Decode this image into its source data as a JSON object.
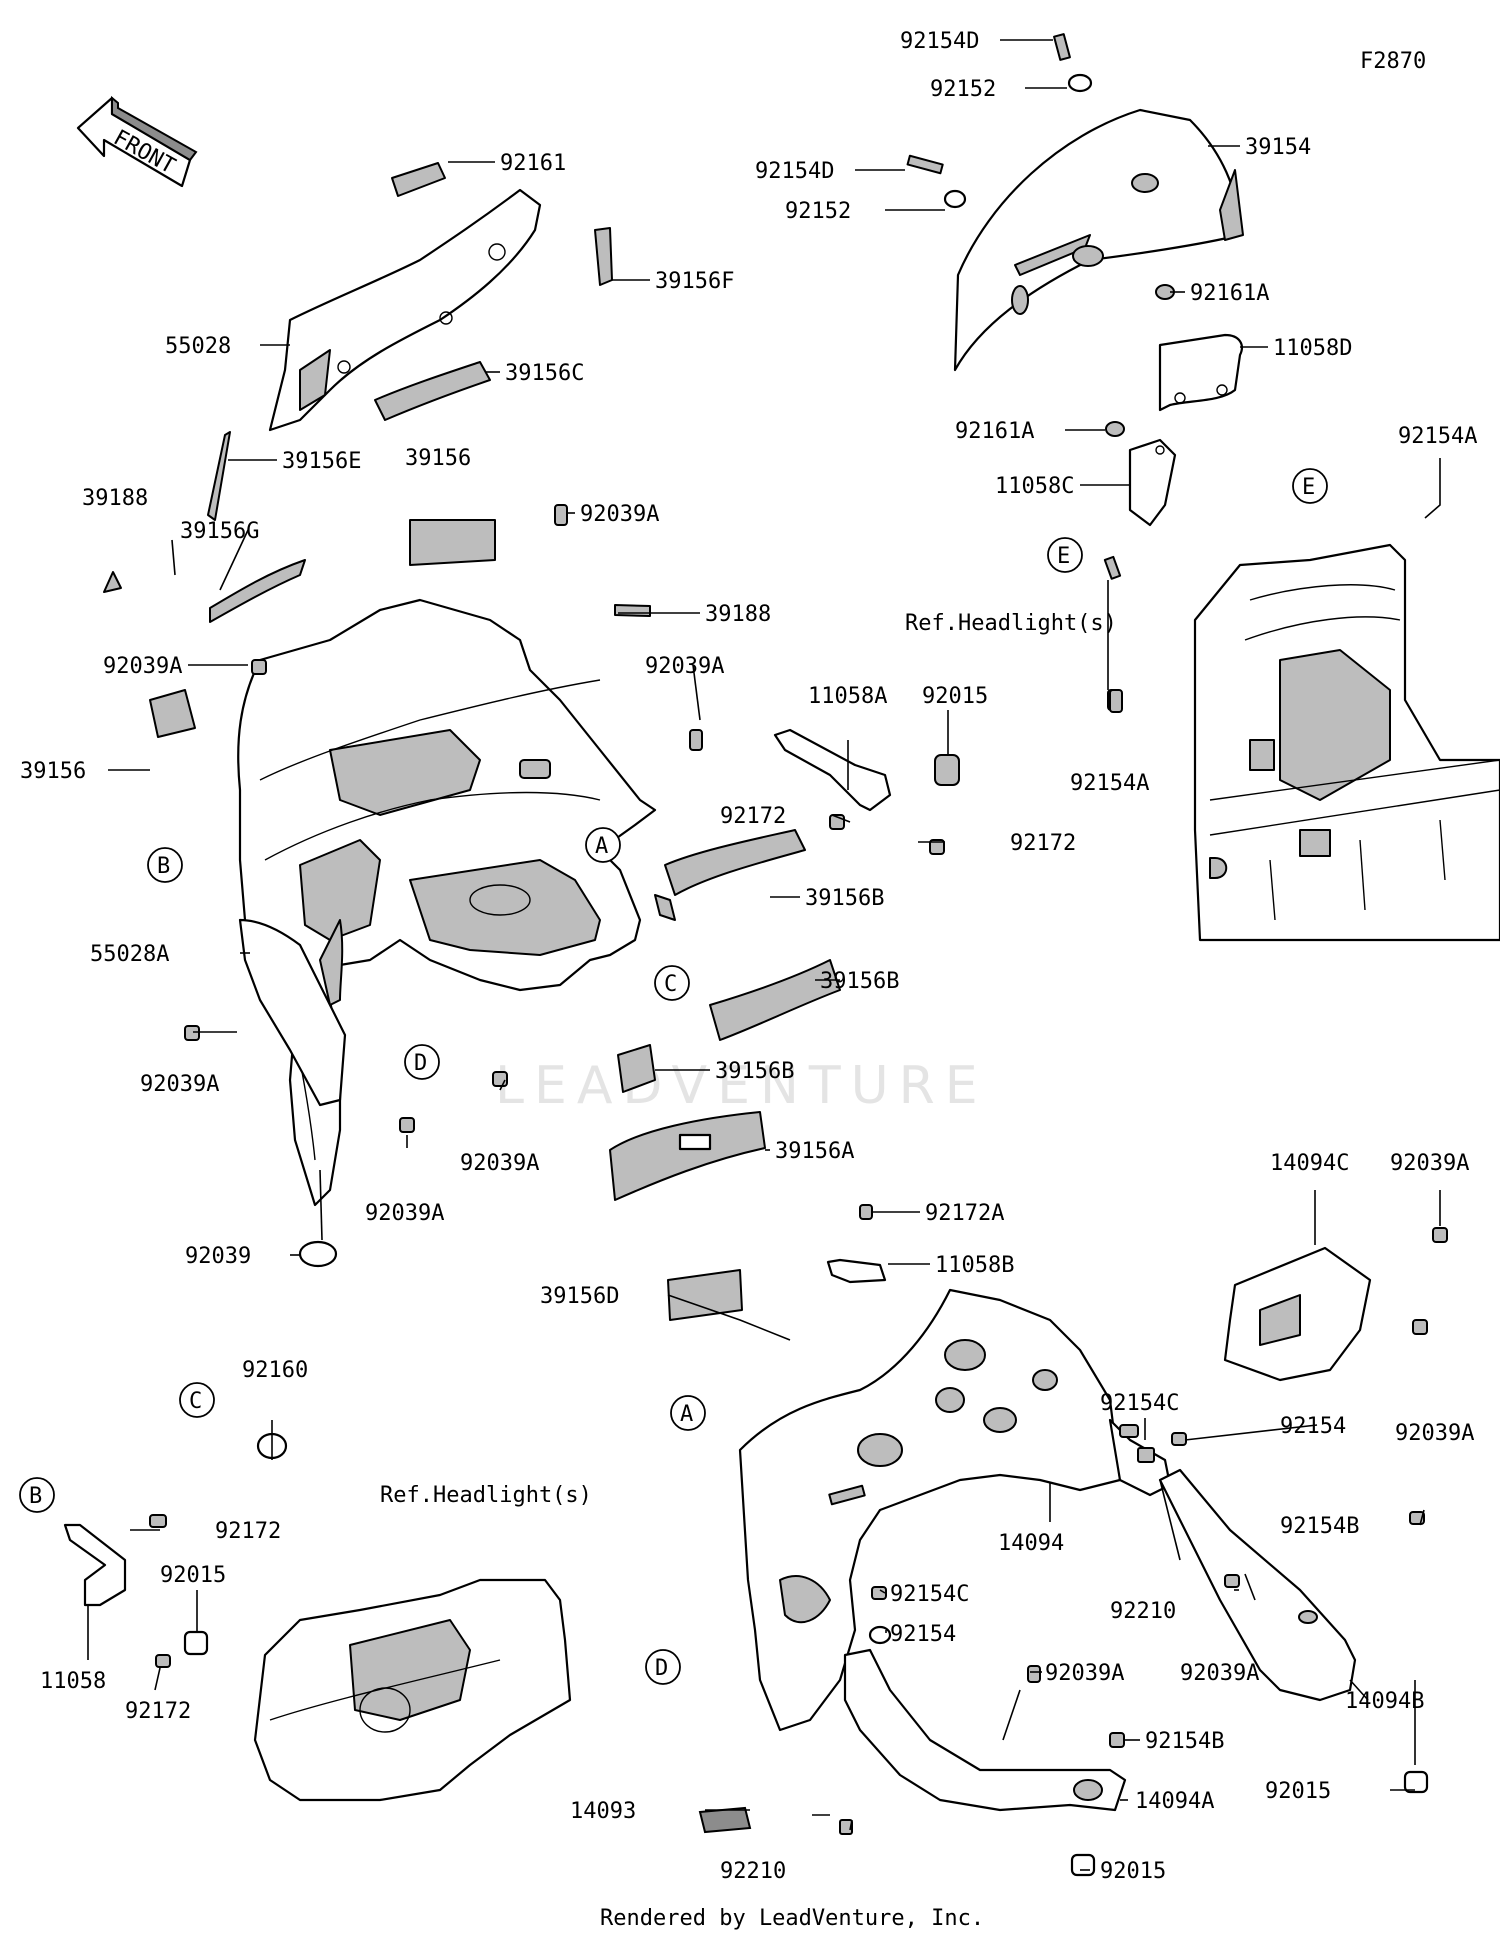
{
  "diagram": {
    "figure_code": "F2870",
    "front_arrow_text": "FRONT",
    "footer": "Rendered by LeadVenture, Inc.",
    "watermark": "LEADVENTURE",
    "references": [
      {
        "id": "ref-headlight-upper",
        "text": "Ref.Headlight(s)"
      },
      {
        "id": "ref-headlight-lower",
        "text": "Ref.Headlight(s)"
      }
    ],
    "callout_letters": [
      "A",
      "B",
      "C",
      "D",
      "E"
    ],
    "part_labels": [
      "92154D",
      "92152",
      "39154",
      "92154D",
      "92152",
      "92161A",
      "11058D",
      "92161A",
      "11058C",
      "92154A",
      "92161",
      "39156F",
      "55028",
      "39156C",
      "39156E",
      "39156",
      "39188",
      "39156G",
      "92039A",
      "39188",
      "92039A",
      "92039A",
      "11058A",
      "92015",
      "39156",
      "92172",
      "92172",
      "92154A",
      "39156B",
      "39156B",
      "55028A",
      "92039A",
      "39156B",
      "92039A",
      "39156A",
      "92039A",
      "92039",
      "92172A",
      "11058B",
      "14094C",
      "92039A",
      "39156D",
      "92039A",
      "92154C",
      "92154",
      "92160",
      "92172",
      "92015",
      "11058",
      "92172",
      "14094",
      "92154B",
      "92210",
      "92154C",
      "92154",
      "92039A",
      "92039A",
      "14094B",
      "14093",
      "92154B",
      "92015",
      "92210",
      "14094A",
      "92015"
    ]
  }
}
